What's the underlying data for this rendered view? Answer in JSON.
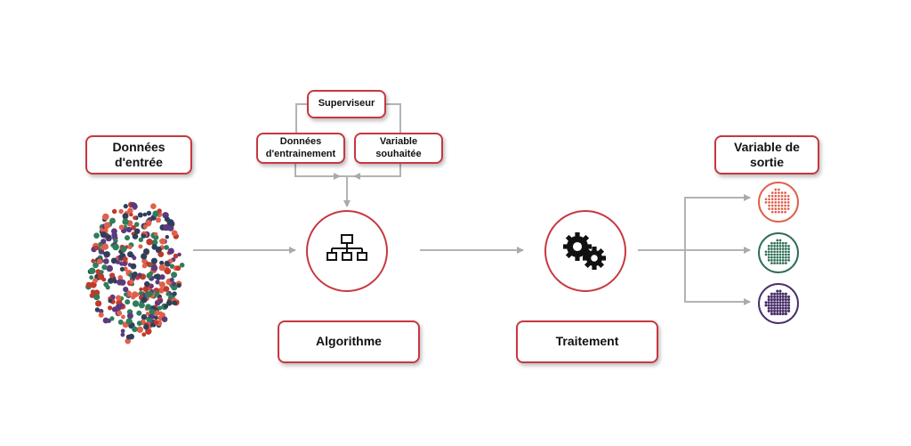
{
  "input": {
    "label": "Données\nd'entrée",
    "dot_colors": [
      "#c0392b",
      "#2e7d5b",
      "#5b3a7e",
      "#2f3f5a",
      "#e0604b"
    ]
  },
  "supervisor": {
    "label": "Superviseur",
    "training_data_label": "Données\nd'entrainement",
    "target_variable_label": "Variable\nsouhaitée"
  },
  "algorithm": {
    "label": "Algorithme",
    "icon": "hierarchy-icon"
  },
  "processing": {
    "label": "Traitement",
    "icon": "gears-icon"
  },
  "output": {
    "label": "Variable de\nsortie",
    "classes": [
      {
        "color": "#e0604b",
        "icon": "dot-cluster-icon"
      },
      {
        "color": "#2e6e55",
        "icon": "dot-cluster-icon"
      },
      {
        "color": "#4a2f6b",
        "icon": "dot-cluster-icon"
      }
    ]
  },
  "colors": {
    "accent": "#c8373f",
    "connector": "#b0b0b0"
  }
}
